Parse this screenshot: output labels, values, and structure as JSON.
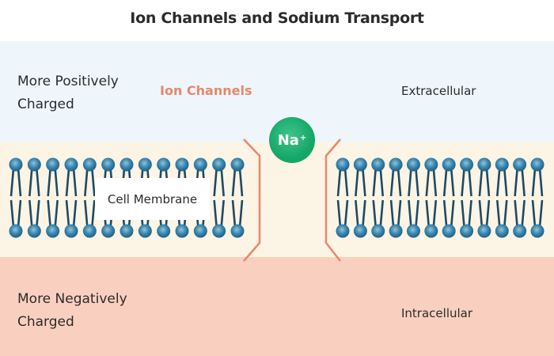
{
  "title": "Ion Channels and Sodium Transport",
  "regions": {
    "extracellular": {
      "charge_label_line1": "More Positively",
      "charge_label_line2": "Charged",
      "side_label": "Extracellular"
    },
    "intracellular": {
      "charge_label_line1": "More Negatively",
      "charge_label_line2": "Charged",
      "side_label": "Intracellular"
    }
  },
  "ion_channels_label": "Ion Channels",
  "cell_membrane_label": "Cell Membrane",
  "ion": {
    "symbol": "Na",
    "charge": "+"
  },
  "membrane": {
    "left_lipid_count": 13,
    "right_lipid_count": 12
  },
  "colors": {
    "extracellular_bg": "#eef6fc",
    "membrane_bg": "#fcf4e4",
    "intracellular_bg": "#f9d0bf",
    "channel_line": "#e8876a",
    "lipid_head": "#2f7fa8",
    "lipid_tail": "#1d4a66",
    "sodium": "#16a86a"
  }
}
